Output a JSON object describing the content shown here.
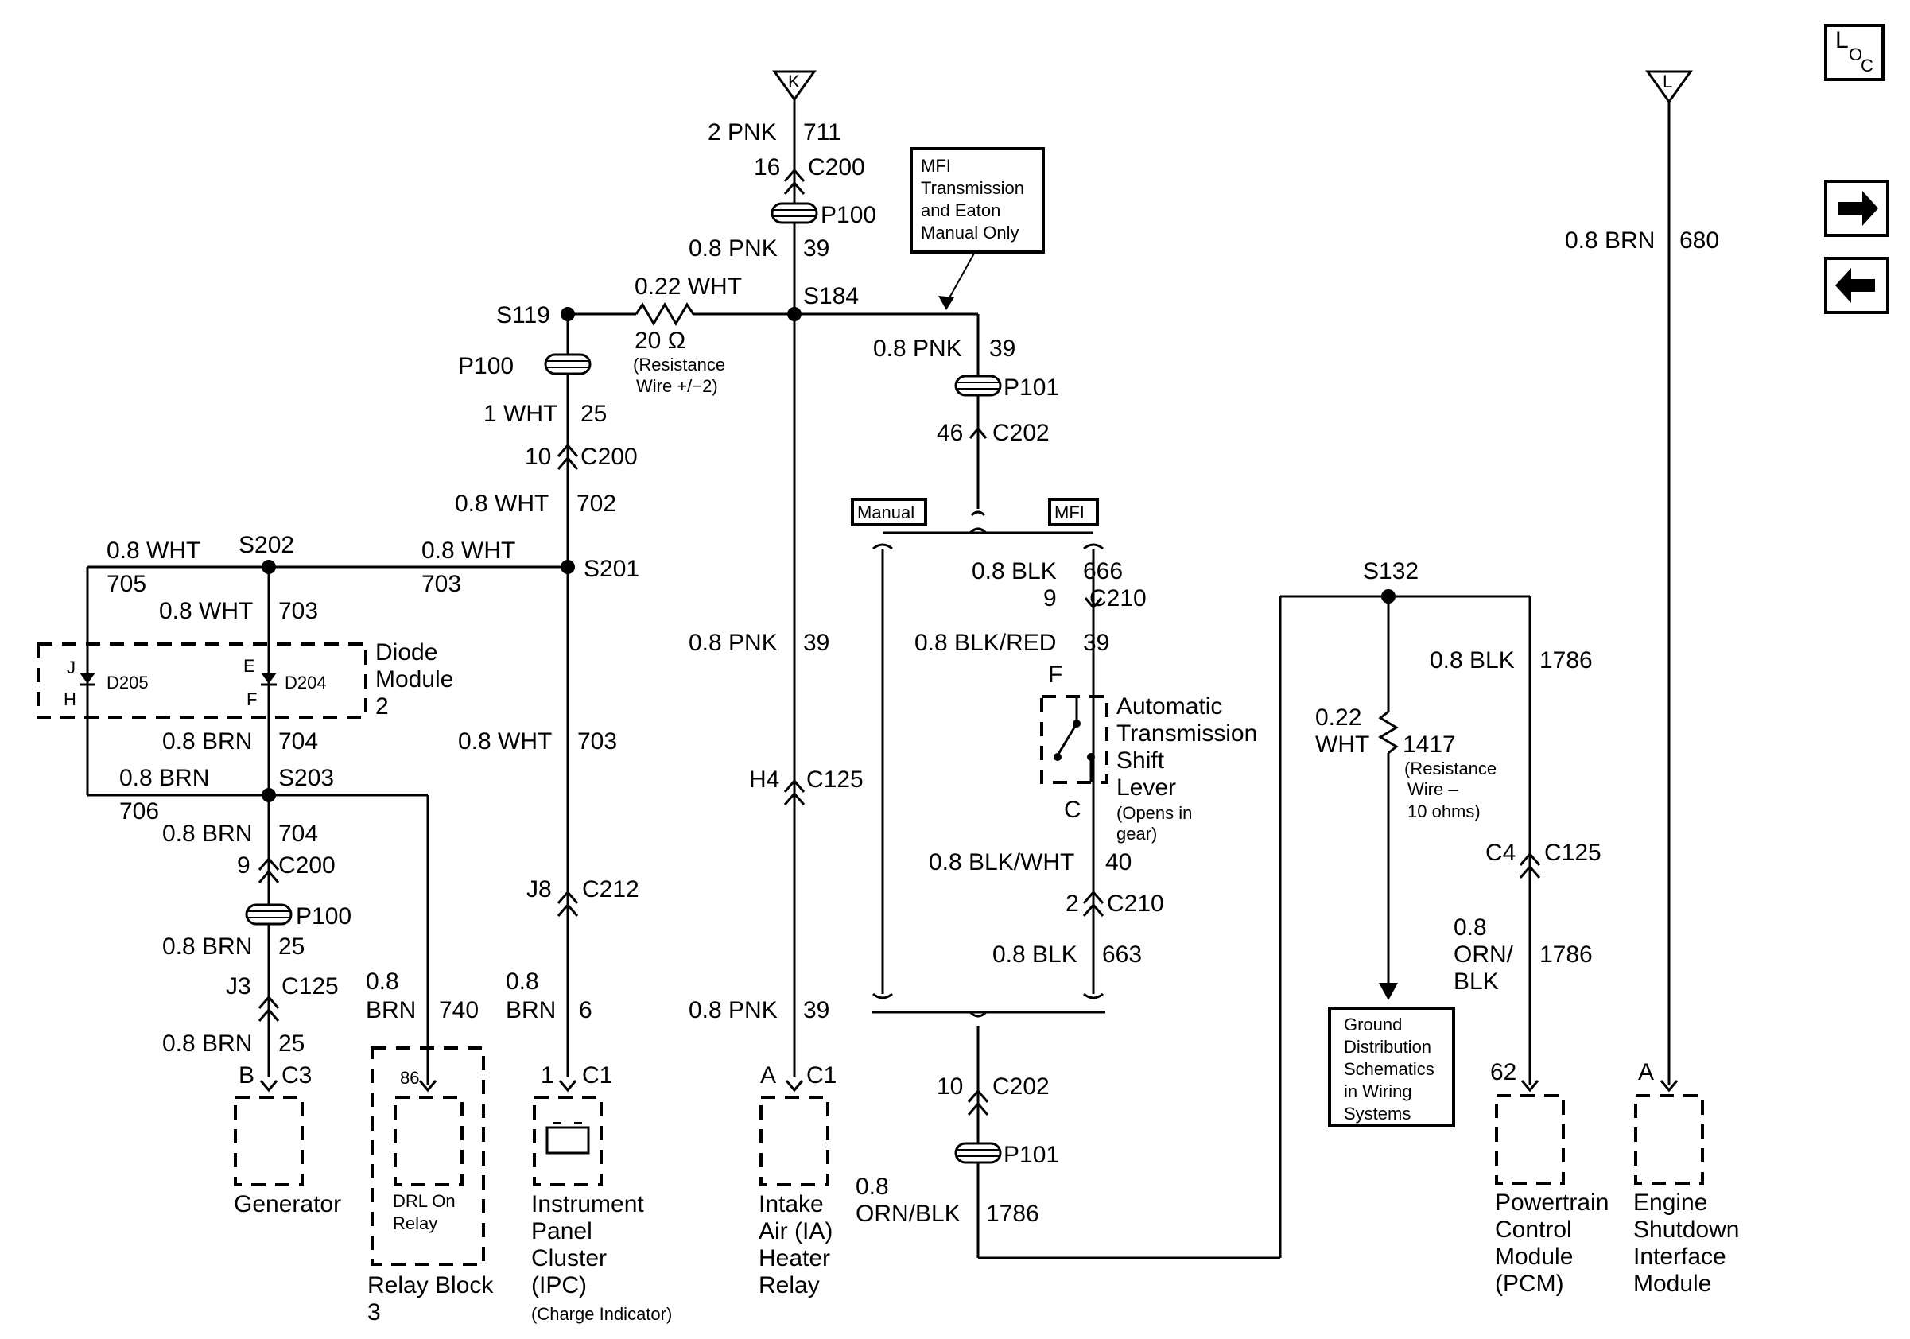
{
  "diagram": {
    "loc_button": {
      "l": "L",
      "o": "O",
      "c": "C"
    },
    "nav": {
      "next_icon": "arrow-right-icon",
      "prev_icon": "arrow-left-icon"
    },
    "k_conn": {
      "letter": "K",
      "wire_size": "2 PNK",
      "circuit": "711",
      "pin": "16",
      "conn": "C200",
      "pass": "P100",
      "wire2": "0.8 PNK",
      "circuit2": "39"
    },
    "l_conn": {
      "letter": "L",
      "wire_size": "0.8 BRN",
      "circuit": "680"
    },
    "splice_s184": "S184",
    "splice_s119": "S119",
    "resistor_top": {
      "wire": "0.22 WHT",
      "value": "20 Ω",
      "note1": "(Resistance",
      "note2": "Wire +/−2)"
    },
    "mfi_note": [
      "MFI",
      "Transmission",
      "and Eaton",
      "Manual Only"
    ],
    "s119_branch": {
      "pass": "P100",
      "wire": "1 WHT",
      "circuit": "25",
      "pin": "10",
      "conn": "C200",
      "wire2": "0.8 WHT",
      "circuit2": "702"
    },
    "s201": {
      "name": "S201",
      "left_wire": "0.8 WHT",
      "left_circuit": "703",
      "down_wire": "0.8 WHT",
      "down_circuit": "703",
      "pin": "J8",
      "conn": "C212",
      "wire3_a": "0.8",
      "wire3_b": "BRN",
      "circuit3": "6"
    },
    "s202": {
      "name": "S202",
      "wire_left": "0.8 WHT",
      "circuit_left": "705",
      "wire_down": "0.8 WHT",
      "circuit_down": "703"
    },
    "diode_module": {
      "label1": "Diode",
      "label2": "Module",
      "label3": "2",
      "j": "J",
      "h": "H",
      "e": "E",
      "f": "F",
      "d205": "D205",
      "d204": "D204"
    },
    "s203": {
      "name": "S203",
      "top_wire": "0.8 BRN",
      "top_circuit": "704",
      "left_wire": "0.8 BRN",
      "left_circuit": "706",
      "down_wire": "0.8 BRN",
      "down_circuit": "704",
      "pin": "9",
      "conn": "C200",
      "pass": "P100",
      "wire3": "0.8 BRN",
      "circuit3": "25",
      "pin2": "J3",
      "conn2": "C125",
      "wire4": "0.8 BRN",
      "circuit4": "25"
    },
    "generator": {
      "pin": "B",
      "conn": "C3",
      "label": "Generator"
    },
    "relay_block": {
      "wire_a": "0.8",
      "wire_b": "BRN",
      "circuit": "740",
      "pin": "86",
      "inner1": "DRL On",
      "inner2": "Relay",
      "label1": "Relay Block",
      "label2": "3"
    },
    "ipc": {
      "pin": "1",
      "conn": "C1",
      "label": [
        "Instrument",
        "Panel",
        "Cluster",
        "(IPC)"
      ],
      "note": "(Charge Indicator)"
    },
    "ia_relay": {
      "wire_mid": "0.8 PNK",
      "circuit_mid": "39",
      "pin_mid": "H4",
      "conn_mid": "C125",
      "wire_bot": "0.8 PNK",
      "circuit_bot": "39",
      "pin": "A",
      "conn": "C1",
      "label": [
        "Intake",
        "Air (IA)",
        "Heater",
        "Relay"
      ]
    },
    "right_branch": {
      "wire": "0.8 PNK",
      "circuit": "39",
      "pass": "P101",
      "pin": "46",
      "conn": "C202",
      "manual_tag": "Manual",
      "mfi_tag": "MFI"
    },
    "shift_lever": {
      "wire1": "0.8 BLK",
      "circuit1": "666",
      "pin1": "9",
      "conn1": "C210",
      "wire2": "0.8 BLK/RED",
      "circuit2": "39",
      "pin_f": "F",
      "label": [
        "Automatic",
        "Transmission",
        "Shift",
        "Lever"
      ],
      "pin_c": "C",
      "note1": "(Opens in",
      "note2": "gear)",
      "wire3": "0.8 BLK/WHT",
      "circuit3": "40",
      "pin3": "2",
      "conn3": "C210",
      "wire4": "0.8 BLK",
      "circuit4": "663"
    },
    "bottom_c202": {
      "pin": "10",
      "conn": "C202",
      "pass": "P101",
      "wire_a": "0.8",
      "wire_b": "ORN/BLK",
      "circuit": "1786"
    },
    "s132": {
      "name": "S132",
      "res_wire_a": "0.22",
      "res_wire_b": "WHT",
      "res_circuit": "1417",
      "note1": "(Resistance",
      "note2": "Wire –",
      "note3": "10 ohms)",
      "ground": [
        "Ground",
        "Distribution",
        "Schematics",
        "in Wiring",
        "Systems"
      ]
    },
    "pcm": {
      "wire": "0.8 BLK",
      "circuit": "1786",
      "pin_a": "C4",
      "conn": "C125",
      "wire2_a": "0.8",
      "wire2_b": "ORN/",
      "wire2_c": "BLK",
      "circuit2": "1786",
      "pin": "62",
      "label": [
        "Powertrain",
        "Control",
        "Module",
        "(PCM)"
      ]
    },
    "esim": {
      "pin": "A",
      "label": [
        "Engine",
        "Shutdown",
        "Interface",
        "Module"
      ]
    }
  }
}
